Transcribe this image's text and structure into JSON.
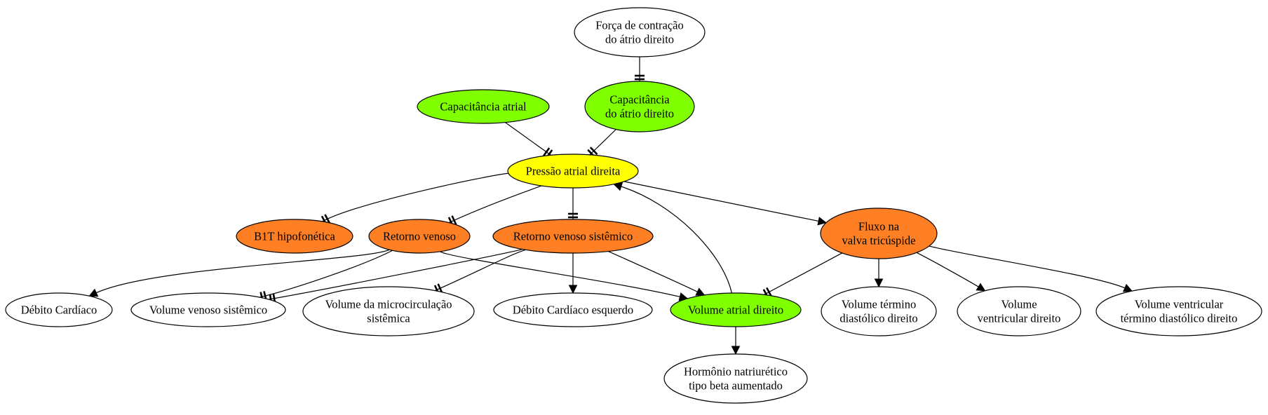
{
  "colors": {
    "white": "#ffffff",
    "green": "#7fff00",
    "yellow": "#ffff00",
    "orange": "#ff7f24",
    "stroke": "#000000"
  },
  "nodes": {
    "forca": {
      "lines": [
        "Força de contração",
        "do átrio direito"
      ],
      "color": "white"
    },
    "cap_atrial": {
      "lines": [
        "Capacitância atrial"
      ],
      "color": "green"
    },
    "cap_ad": {
      "lines": [
        "Capacitância",
        "do átrio direito"
      ],
      "color": "green"
    },
    "pad": {
      "lines": [
        "Pressão atrial direita"
      ],
      "color": "yellow"
    },
    "b1t": {
      "lines": [
        "B1T hipofonética"
      ],
      "color": "orange"
    },
    "rv": {
      "lines": [
        "Retorno venoso"
      ],
      "color": "orange"
    },
    "rvs": {
      "lines": [
        "Retorno venoso sistêmico"
      ],
      "color": "orange"
    },
    "fluxo": {
      "lines": [
        "Fluxo na",
        "valva tricúspide"
      ],
      "color": "orange"
    },
    "dc": {
      "lines": [
        "Débito Cardíaco"
      ],
      "color": "white"
    },
    "vvs": {
      "lines": [
        "Volume venoso sistêmico"
      ],
      "color": "white"
    },
    "vmicro": {
      "lines": [
        "Volume da microcirculação",
        "sistêmica"
      ],
      "color": "white"
    },
    "dce": {
      "lines": [
        "Débito Cardíaco esquerdo"
      ],
      "color": "white"
    },
    "vad": {
      "lines": [
        "Volume atrial direito"
      ],
      "color": "green"
    },
    "vtdd": {
      "lines": [
        "Volume término",
        "diastólico direito"
      ],
      "color": "white"
    },
    "vvd": {
      "lines": [
        "Volume",
        "ventricular direito"
      ],
      "color": "white"
    },
    "vvtdd": {
      "lines": [
        "Volume ventricular",
        "término diastólico direito"
      ],
      "color": "white"
    },
    "bnp": {
      "lines": [
        "Hormônio natriurético",
        "tipo beta aumentado"
      ],
      "color": "white"
    }
  },
  "edges": [
    {
      "from": "forca",
      "to": "cap_ad",
      "type": "tee"
    },
    {
      "from": "cap_atrial",
      "to": "pad",
      "type": "tee"
    },
    {
      "from": "cap_ad",
      "to": "pad",
      "type": "tee"
    },
    {
      "from": "pad",
      "to": "b1t",
      "type": "tee"
    },
    {
      "from": "pad",
      "to": "rv",
      "type": "tee"
    },
    {
      "from": "pad",
      "to": "rvs",
      "type": "tee"
    },
    {
      "from": "pad",
      "to": "fluxo",
      "type": "arrow"
    },
    {
      "from": "rv",
      "to": "dc",
      "type": "arrow"
    },
    {
      "from": "rv",
      "to": "vvs",
      "type": "tee"
    },
    {
      "from": "rv",
      "to": "vad",
      "type": "arrow"
    },
    {
      "from": "rvs",
      "to": "vvs",
      "type": "tee"
    },
    {
      "from": "rvs",
      "to": "vmicro",
      "type": "tee"
    },
    {
      "from": "rvs",
      "to": "dce",
      "type": "arrow"
    },
    {
      "from": "rvs",
      "to": "vad",
      "type": "arrow"
    },
    {
      "from": "vad",
      "to": "pad",
      "type": "arrow"
    },
    {
      "from": "vad",
      "to": "bnp",
      "type": "arrow"
    },
    {
      "from": "fluxo",
      "to": "vad",
      "type": "tee"
    },
    {
      "from": "fluxo",
      "to": "vtdd",
      "type": "arrow"
    },
    {
      "from": "fluxo",
      "to": "vvd",
      "type": "arrow"
    },
    {
      "from": "fluxo",
      "to": "vvtdd",
      "type": "arrow"
    }
  ]
}
